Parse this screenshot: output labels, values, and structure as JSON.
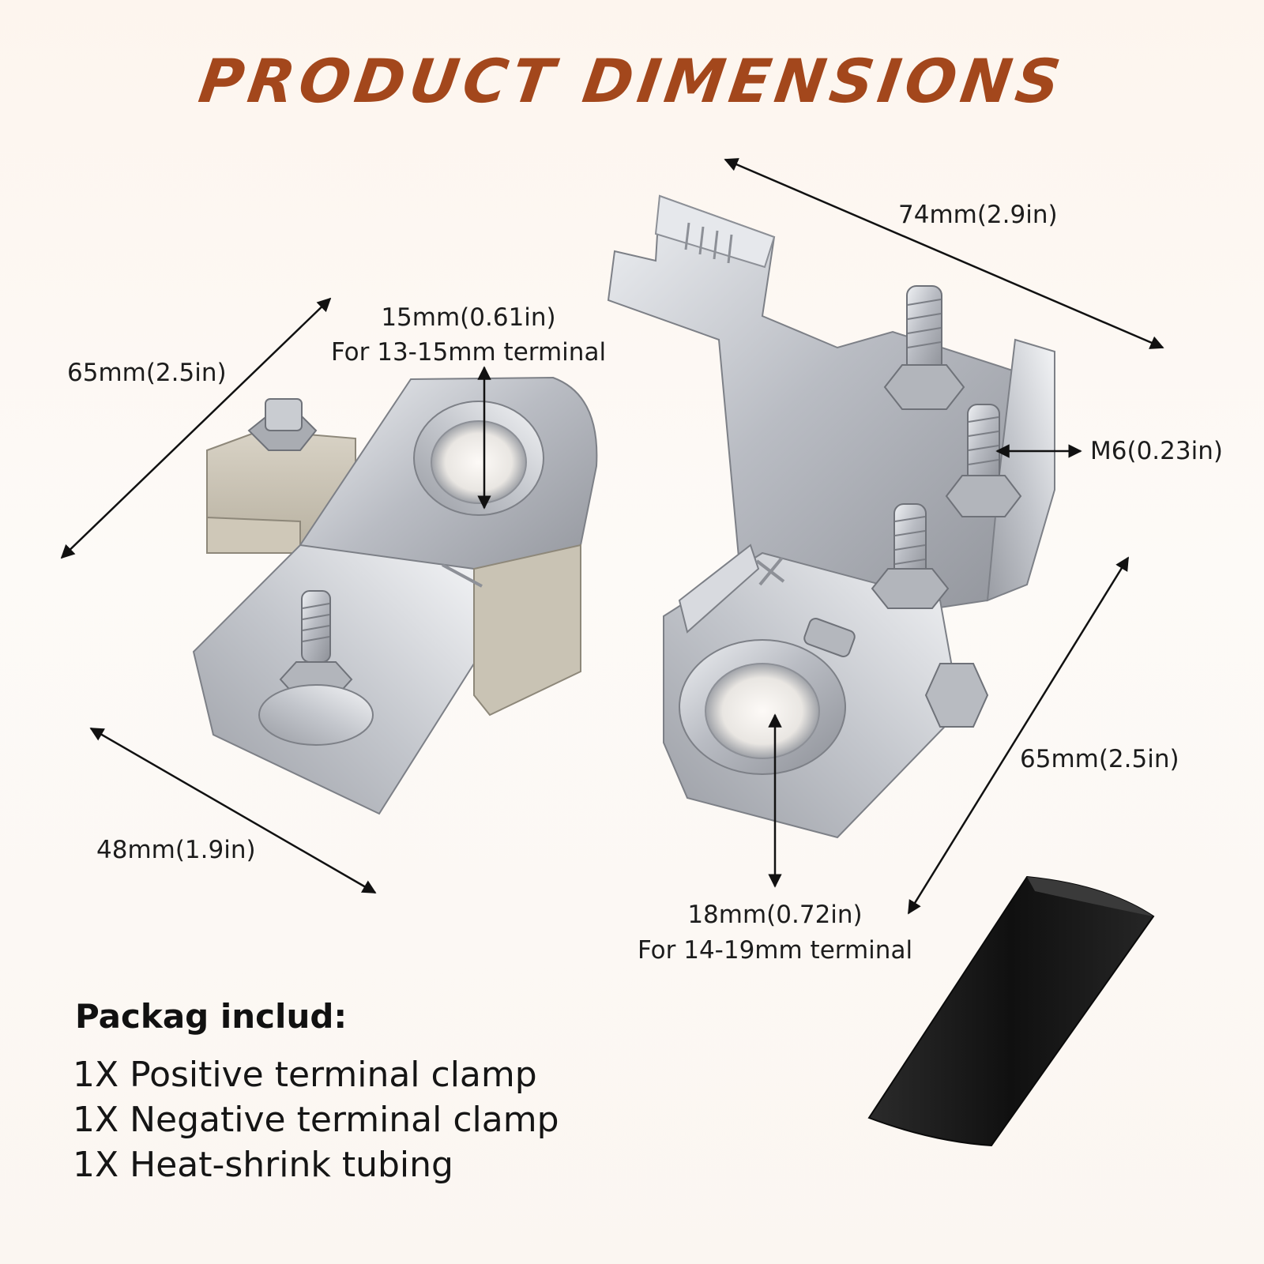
{
  "title": "PRODUCT DIMENSIONS",
  "dimensions": {
    "neg_length": "65mm(2.5in)",
    "neg_hole": "15mm(0.61in)",
    "neg_hole_note": "For 13-15mm terminal",
    "neg_width": "48mm(1.9in)",
    "pos_length": "74mm(2.9in)",
    "pos_bolt": "M6(0.23in)",
    "pos_width": "65mm(2.5in)",
    "pos_hole": "18mm(0.72in)",
    "pos_hole_note": "For 14-19mm terminal"
  },
  "package": {
    "heading": "Packag includ:",
    "items": [
      "1X Positive terminal clamp",
      "1X Negative terminal clamp",
      "1X Heat-shrink tubing"
    ]
  },
  "markings": {
    "negative_symbol": "−",
    "positive_symbol": "+"
  },
  "colors": {
    "title": "#a3471c",
    "metal": "#c9cbd0",
    "tubing": "#1e1e1e"
  }
}
